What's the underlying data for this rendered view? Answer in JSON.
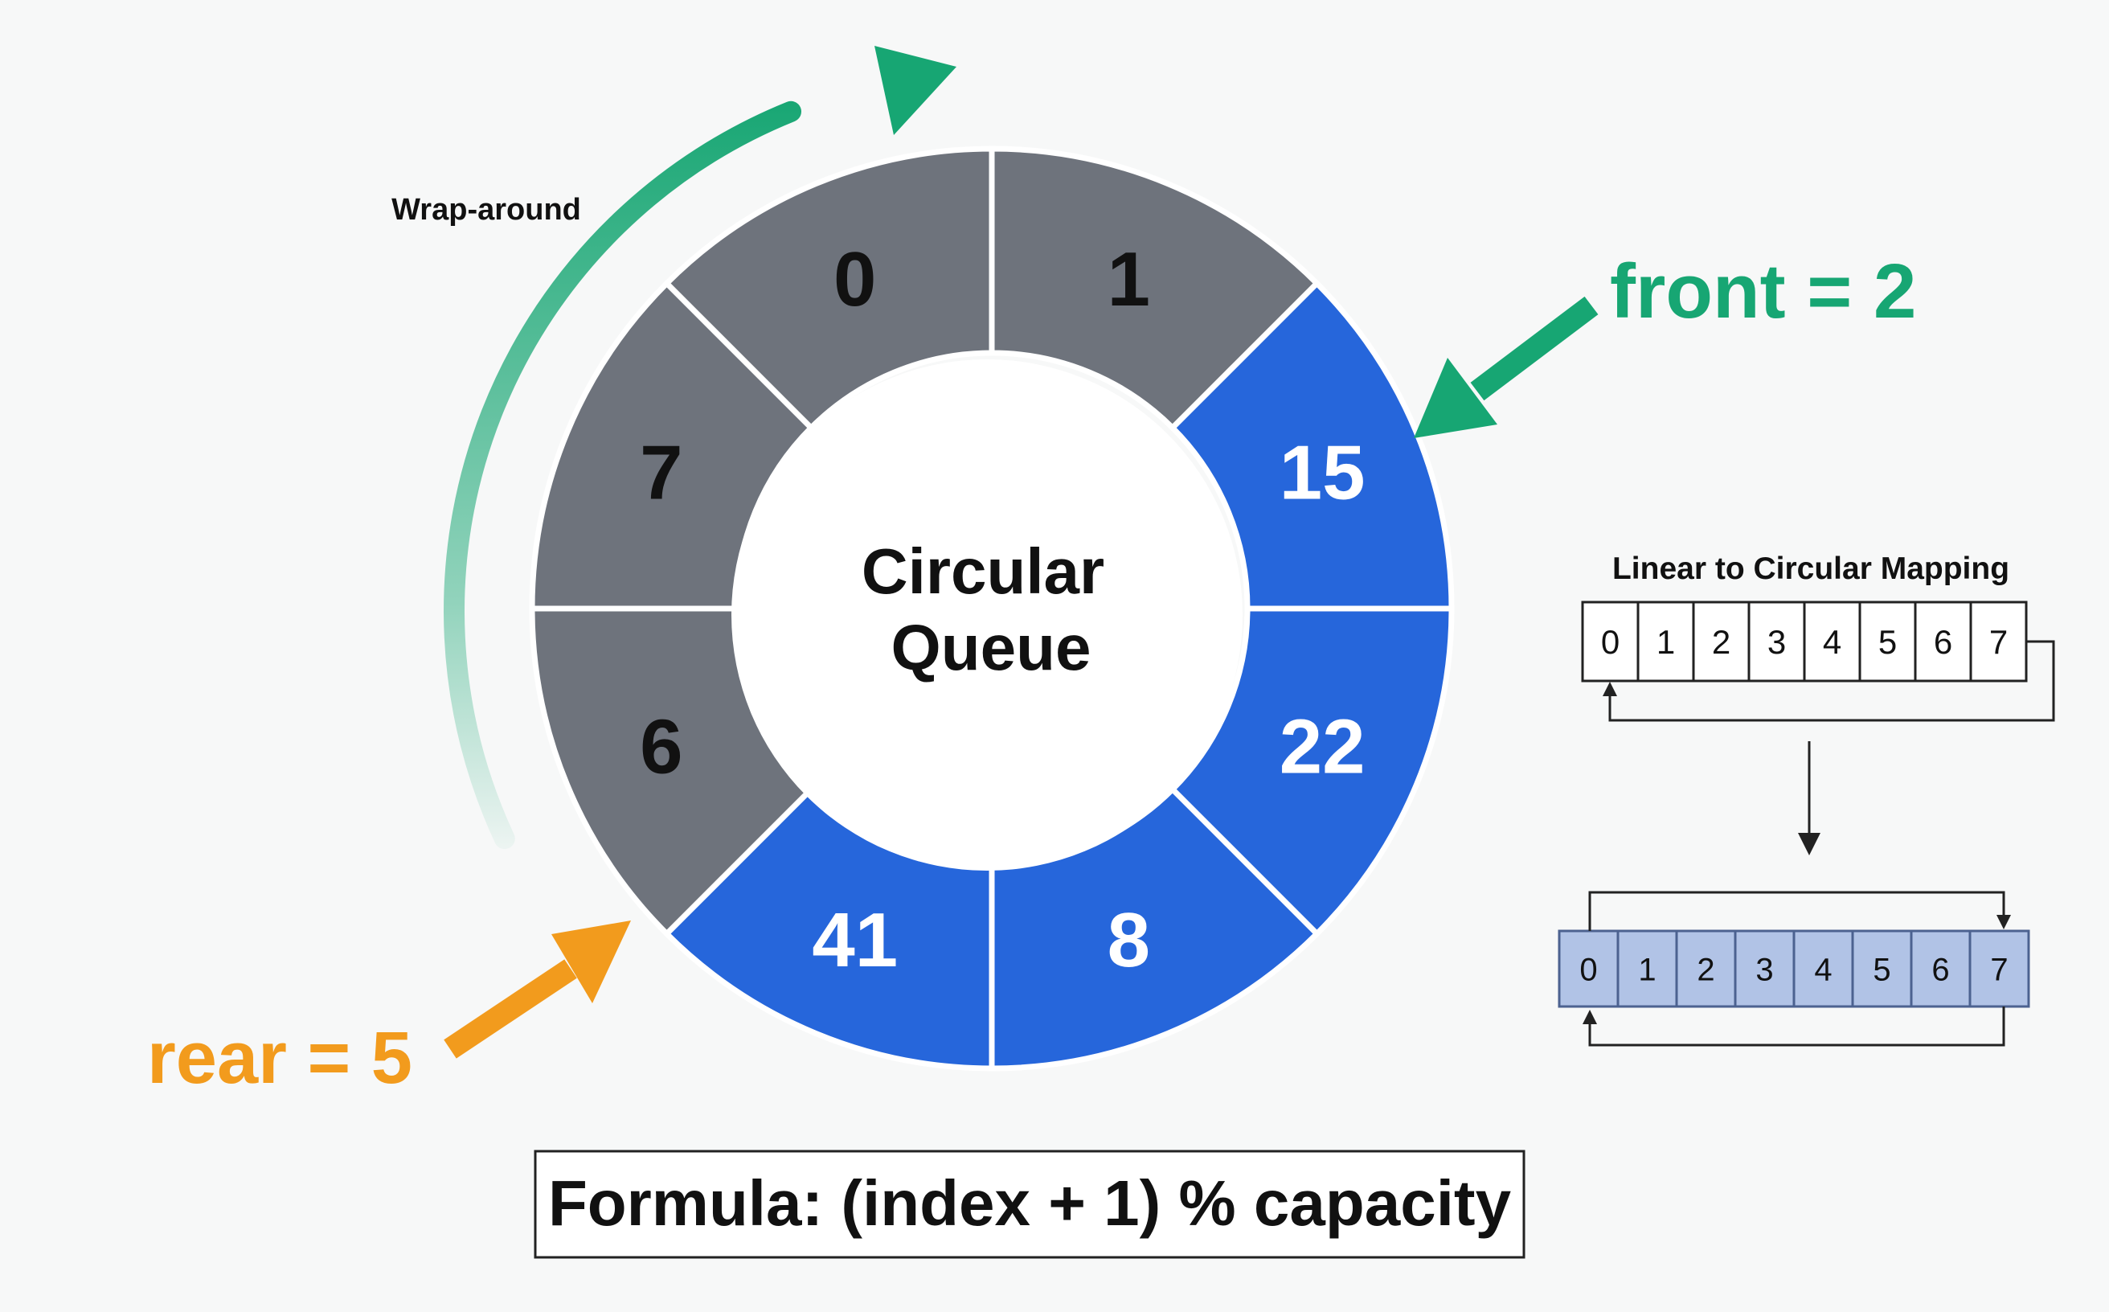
{
  "diagram": {
    "center_label_line1": "Circular",
    "center_label_line2": "Queue",
    "wrap_label": "Wrap-around",
    "front_label": "front = 2",
    "rear_label": "rear = 5",
    "formula": "Formula: (index + 1) % capacity",
    "mapping_title": "Linear to Circular Mapping",
    "segments": [
      {
        "label": "0",
        "state": "empty"
      },
      {
        "label": "1",
        "state": "empty"
      },
      {
        "label": "15",
        "state": "filled"
      },
      {
        "label": "22",
        "state": "filled"
      },
      {
        "label": "8",
        "state": "filled"
      },
      {
        "label": "41",
        "state": "filled"
      },
      {
        "label": "6",
        "state": "empty"
      },
      {
        "label": "7",
        "state": "empty"
      }
    ],
    "linear_indices": [
      "0",
      "1",
      "2",
      "3",
      "4",
      "5",
      "6",
      "7"
    ],
    "circular_indices": [
      "0",
      "1",
      "2",
      "3",
      "4",
      "5",
      "6",
      "7"
    ]
  },
  "colors": {
    "background": "#f7f8f8",
    "empty_segment": "#6e737c",
    "filled_segment": "#2666db",
    "front": "#17a673",
    "rear": "#f29b1d",
    "cell_fill": "#b1c3e6",
    "cell_border": "#4c6290",
    "empty_text": "#111111",
    "filled_text": "#ffffff"
  }
}
